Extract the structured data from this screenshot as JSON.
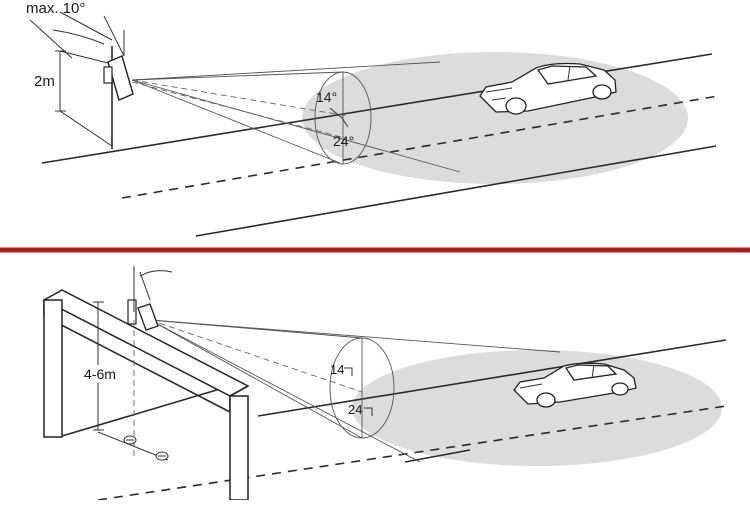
{
  "colors": {
    "divider": "#b01c1c",
    "zone_fill": "#dcdcdc",
    "line": "#2a2a2a"
  },
  "icons": {
    "pole_mount": "pole-mount-icon",
    "gantry_mount": "gantry-mount-icon",
    "car": "car-icon"
  },
  "top_panel": {
    "tilt_label": "max. 10°",
    "height_label": "2m",
    "upper_angle_label": "14°",
    "lower_angle_label": "24°"
  },
  "bottom_panel": {
    "height_label": "4-6m",
    "upper_angle_label": "14",
    "lower_angle_label": "24"
  }
}
